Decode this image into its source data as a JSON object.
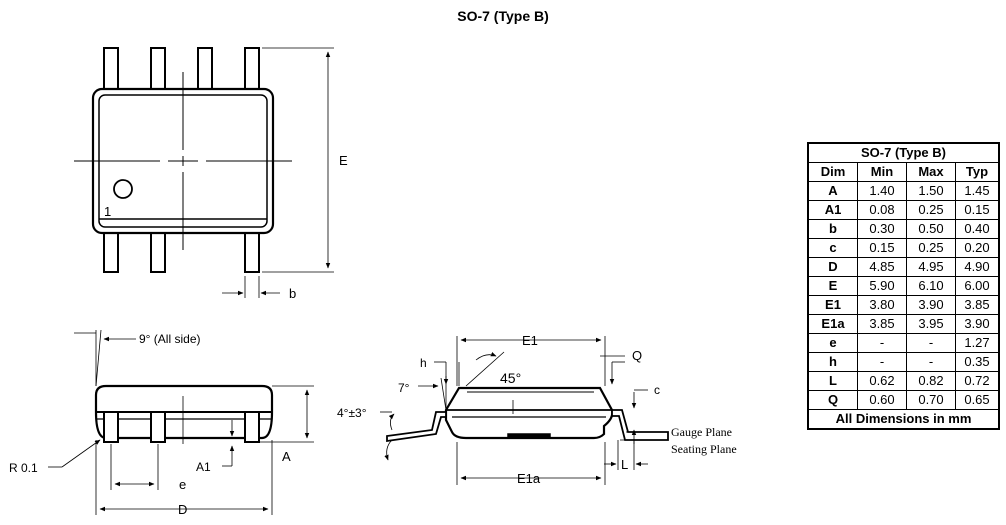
{
  "title": "SO-7 (Type B)",
  "labels": {
    "E": "E",
    "b": "b",
    "pin1": "1",
    "angle_all_side": "9° (All side)",
    "R": "R 0.1",
    "A1": "A1",
    "A": "A",
    "e": "e",
    "D": "D",
    "E1": "E1",
    "h": "h",
    "Q": "Q",
    "angle_45": "45°",
    "angle_7": "7°",
    "c": "c",
    "angle_4": "4°±3°",
    "gauge_plane": "Gauge Plane",
    "seating_plane": "Seating Plane",
    "L": "L",
    "E1a": "E1a"
  },
  "table": {
    "title": "SO-7 (Type B)",
    "headers": [
      "Dim",
      "Min",
      "Max",
      "Typ"
    ],
    "rows": [
      [
        "A",
        "1.40",
        "1.50",
        "1.45"
      ],
      [
        "A1",
        "0.08",
        "0.25",
        "0.15"
      ],
      [
        "b",
        "0.30",
        "0.50",
        "0.40"
      ],
      [
        "c",
        "0.15",
        "0.25",
        "0.20"
      ],
      [
        "D",
        "4.85",
        "4.95",
        "4.90"
      ],
      [
        "E",
        "5.90",
        "6.10",
        "6.00"
      ],
      [
        "E1",
        "3.80",
        "3.90",
        "3.85"
      ],
      [
        "E1a",
        "3.85",
        "3.95",
        "3.90"
      ],
      [
        "e",
        "-",
        "-",
        "1.27"
      ],
      [
        "h",
        "-",
        "-",
        "0.35"
      ],
      [
        "L",
        "0.62",
        "0.82",
        "0.72"
      ],
      [
        "Q",
        "0.60",
        "0.70",
        "0.65"
      ]
    ],
    "footer": "All Dimensions in mm"
  }
}
